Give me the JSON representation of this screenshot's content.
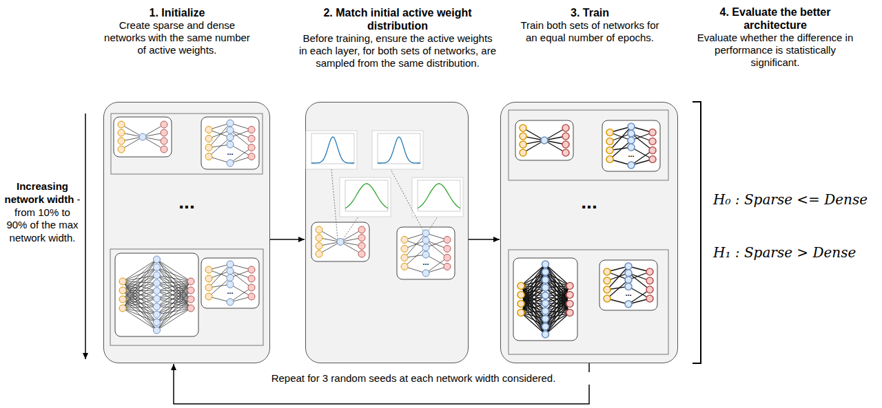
{
  "diagram": {
    "nodes": [
      {
        "text": [
          "1. Initialize",
          "Create sparse and dense networks with the same number of active weights."
        ]
      },
      {
        "text": [
          "2. Match initial active weight distribution",
          "Before training, ensure the active weights in each layer, for both sets of networks, are sampled from the same distribution."
        ]
      },
      {
        "text": [
          "3. Train",
          "Train both sets of networks for an equal number of epochs."
        ]
      }
    ],
    "edges": [
      {
        "from": 0,
        "to": 1,
        "arrow": "to"
      },
      {
        "from": 1,
        "to": 2,
        "arrow": "to"
      },
      {
        "from": 2,
        "to": 0,
        "arrow": "to",
        "label": "Repeat for 3 random seeds at each network width considered."
      }
    ],
    "labels": [
      "4. Evaluate the better architecture",
      "Evaluate whether the difference in performance is statistically significant.",
      "H₀ : Sparse <= Dense",
      "H₁ : Sparse > Dense",
      "Increasing network width",
      "- from 10% to 90% of the max network width.",
      "...",
      "...",
      "...",
      "...",
      "...",
      "...",
      "..."
    ]
  }
}
